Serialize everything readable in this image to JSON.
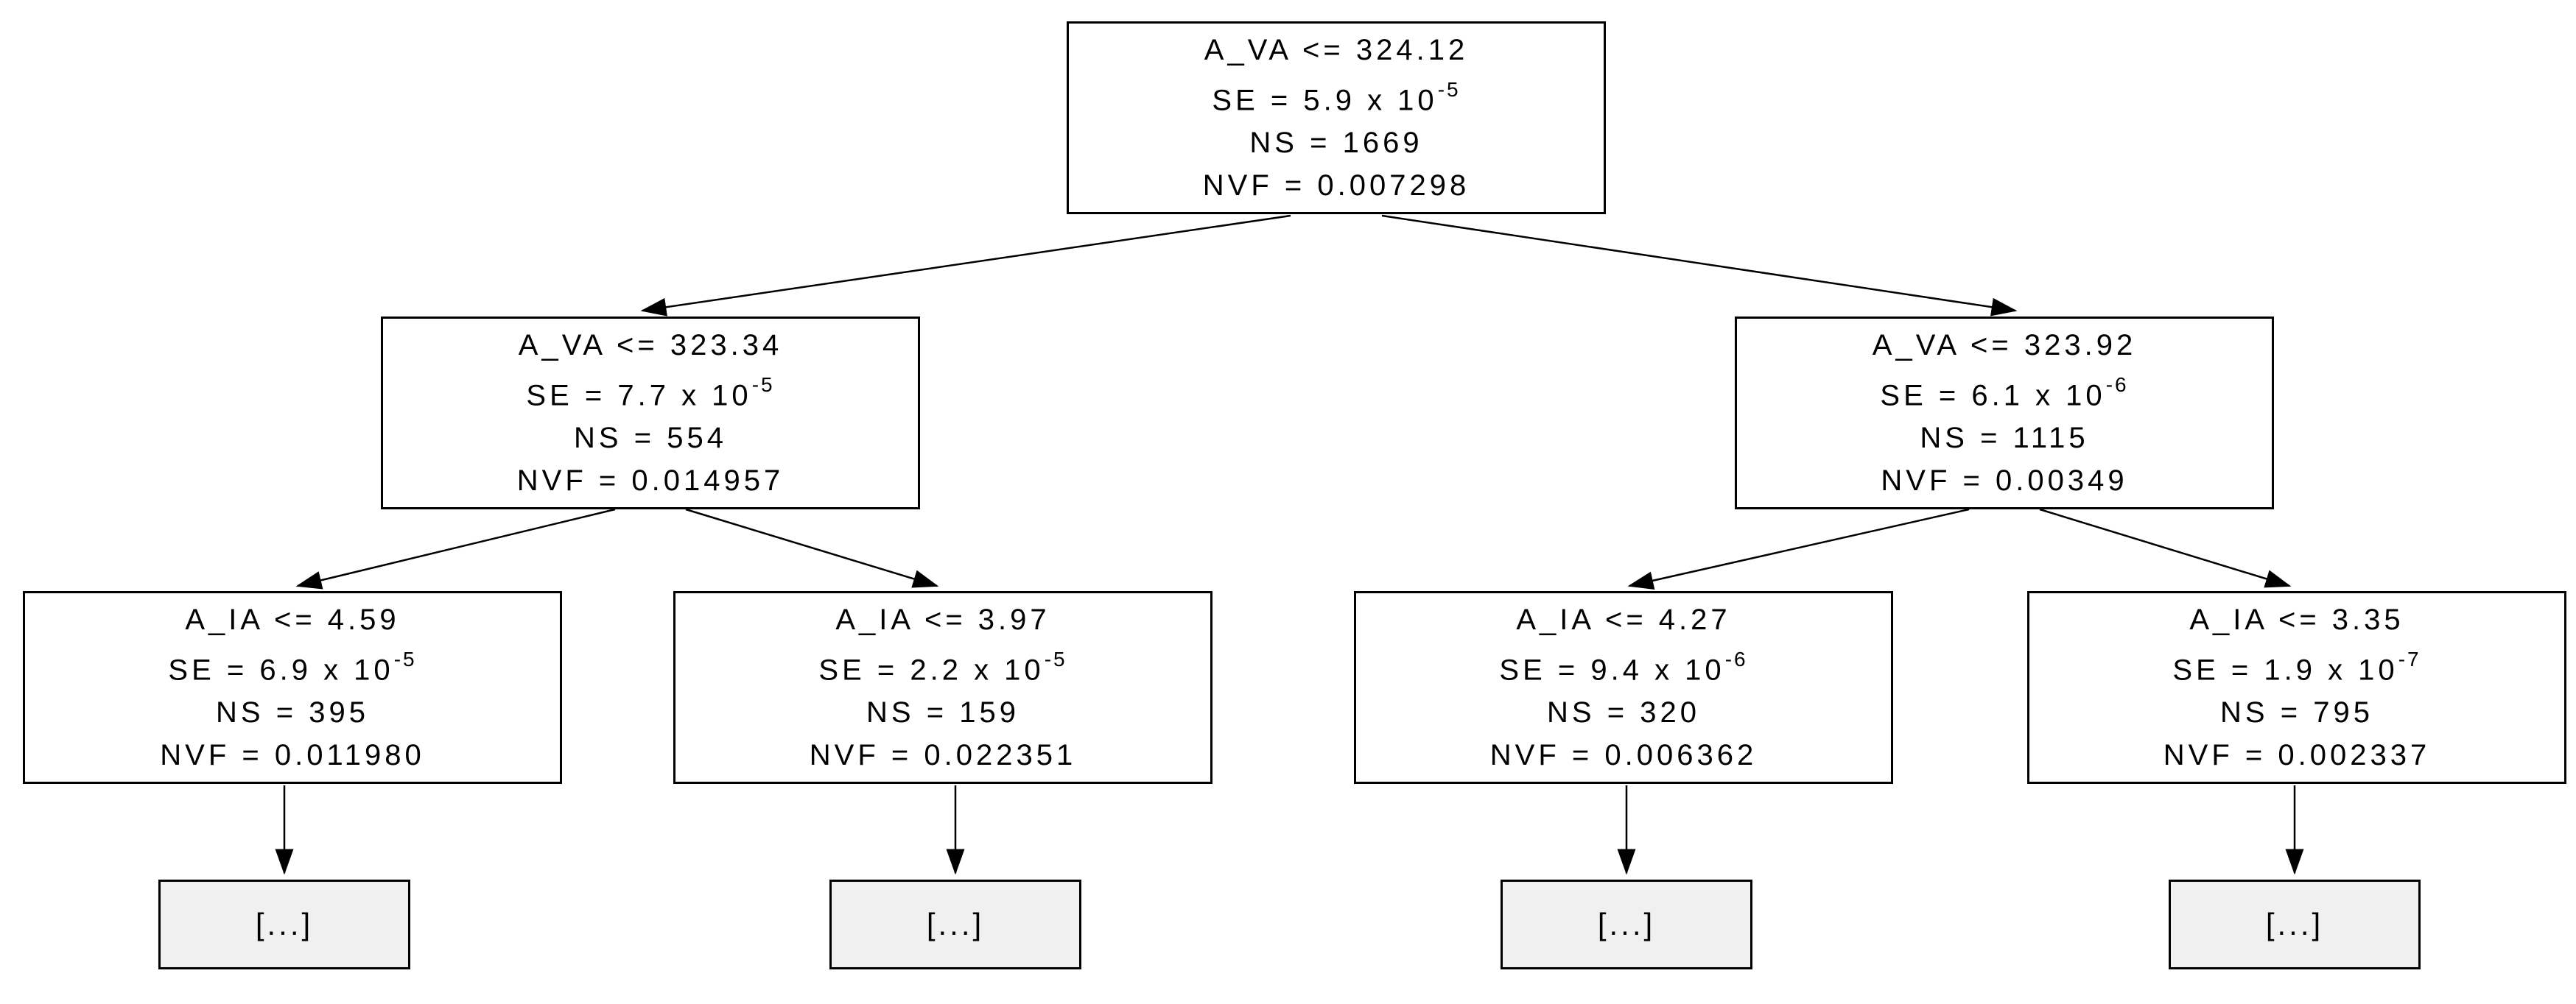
{
  "tree": {
    "type": "decision-tree",
    "nodes": {
      "root": {
        "condition": "A_VA <= 324.12",
        "se_base": "SE = 5.9 x 10",
        "se_exp": "-5",
        "ns": "NS = 1669",
        "nvf": "NVF = 0.007298"
      },
      "left": {
        "condition": "A_VA <= 323.34",
        "se_base": "SE = 7.7 x 10",
        "se_exp": "-5",
        "ns": "NS = 554",
        "nvf": "NVF = 0.014957"
      },
      "right": {
        "condition": "A_VA <= 323.92",
        "se_base": "SE = 6.1 x 10",
        "se_exp": "-6",
        "ns": "NS = 1115",
        "nvf": "NVF = 0.00349"
      },
      "left_left": {
        "condition": "A_IA <= 4.59",
        "se_base": "SE = 6.9 x 10",
        "se_exp": "-5",
        "ns": "NS = 395",
        "nvf": "NVF = 0.011980"
      },
      "left_right": {
        "condition": "A_IA <= 3.97",
        "se_base": "SE = 2.2 x 10",
        "se_exp": "-5",
        "ns": "NS = 159",
        "nvf": "NVF = 0.022351"
      },
      "right_left": {
        "condition": "A_IA <= 4.27",
        "se_base": "SE = 9.4 x 10",
        "se_exp": "-6",
        "ns": "NS = 320",
        "nvf": "NVF = 0.006362"
      },
      "right_right": {
        "condition": "A_IA <= 3.35",
        "se_base": "SE = 1.9 x 10",
        "se_exp": "-7",
        "ns": "NS = 795",
        "nvf": "NVF = 0.002337"
      }
    },
    "leaves": {
      "l1": {
        "label": "[...]"
      },
      "l2": {
        "label": "[...]"
      },
      "l3": {
        "label": "[...]"
      },
      "l4": {
        "label": "[...]"
      }
    },
    "colors": {
      "background": "#ffffff",
      "node_fill": "#ffffff",
      "node_border": "#000000",
      "leaf_fill": "#f0f0f0",
      "text": "#000000",
      "edge": "#000000"
    }
  }
}
